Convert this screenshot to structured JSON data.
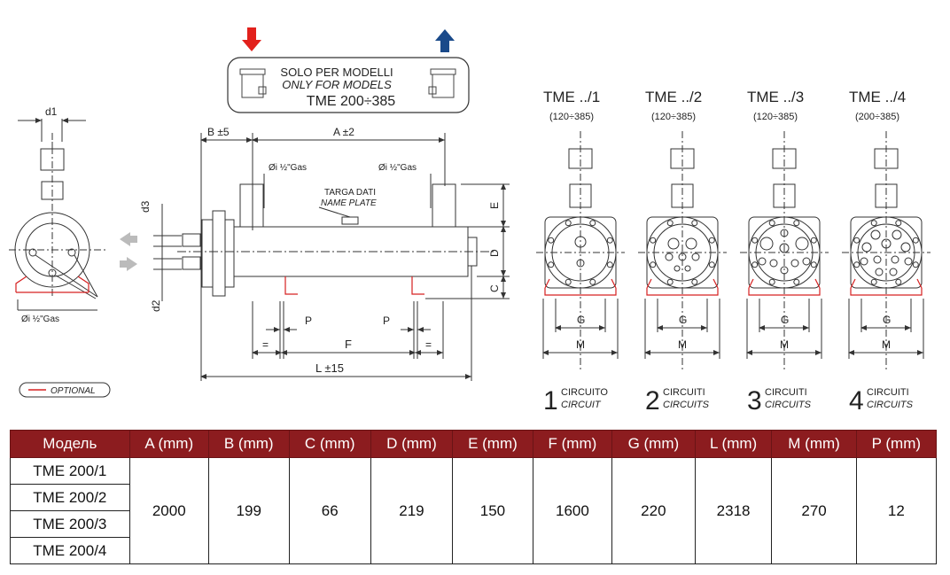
{
  "colors": {
    "header_bg": "#8c1c1f",
    "inlet_arrow": "#e2211c",
    "outlet_arrow": "#1a4a8a",
    "optional_line": "#d62020",
    "line": "#333333"
  },
  "model_note": {
    "line1": "SOLO PER MODELLI",
    "line2": "ONLY FOR MODELS",
    "line3": "TME 200÷385"
  },
  "icons": {
    "inlet": "arrow-down-icon",
    "outlet": "arrow-up-icon"
  },
  "side_view": {
    "d1": "d1",
    "d2": "d2",
    "d3": "d3",
    "gas": "Øi ½\"Gas"
  },
  "main_view": {
    "b": "B ±5",
    "a": "A ±2",
    "gas_left": "Øi ½\"Gas",
    "gas_right": "Øi ½\"Gas",
    "plate_it": "TARGA DATI",
    "plate_en": "NAME PLATE",
    "e": "E",
    "d": "D",
    "c": "C",
    "p_left": "P",
    "p_right": "P",
    "eq_left": "=",
    "eq_right": "=",
    "f": "F",
    "l": "L ±15"
  },
  "optional_legend": "OPTIONAL",
  "variants": [
    {
      "title": "TME ../1",
      "range": "(120÷385)",
      "num": "1",
      "it": "CIRCUITO",
      "en": "CIRCUIT",
      "g": "G",
      "m": "M"
    },
    {
      "title": "TME ../2",
      "range": "(120÷385)",
      "num": "2",
      "it": "CIRCUITI",
      "en": "CIRCUITS",
      "g": "G",
      "m": "M"
    },
    {
      "title": "TME ../3",
      "range": "(120÷385)",
      "num": "3",
      "it": "CIRCUITI",
      "en": "CIRCUITS",
      "g": "G",
      "m": "M"
    },
    {
      "title": "TME ../4",
      "range": "(200÷385)",
      "num": "4",
      "it": "CIRCUITI",
      "en": "CIRCUITS",
      "g": "G",
      "m": "M"
    }
  ],
  "table": {
    "headers": [
      "Модель",
      "A (mm)",
      "B (mm)",
      "C (mm)",
      "D (mm)",
      "E (mm)",
      "F (mm)",
      "G (mm)",
      "L (mm)",
      "M (mm)",
      "P (mm)"
    ],
    "models": [
      "TME 200/1",
      "TME 200/2",
      "TME 200/3",
      "TME 200/4"
    ],
    "values": [
      "2000",
      "199",
      "66",
      "219",
      "150",
      "1600",
      "220",
      "2318",
      "270",
      "12"
    ]
  }
}
